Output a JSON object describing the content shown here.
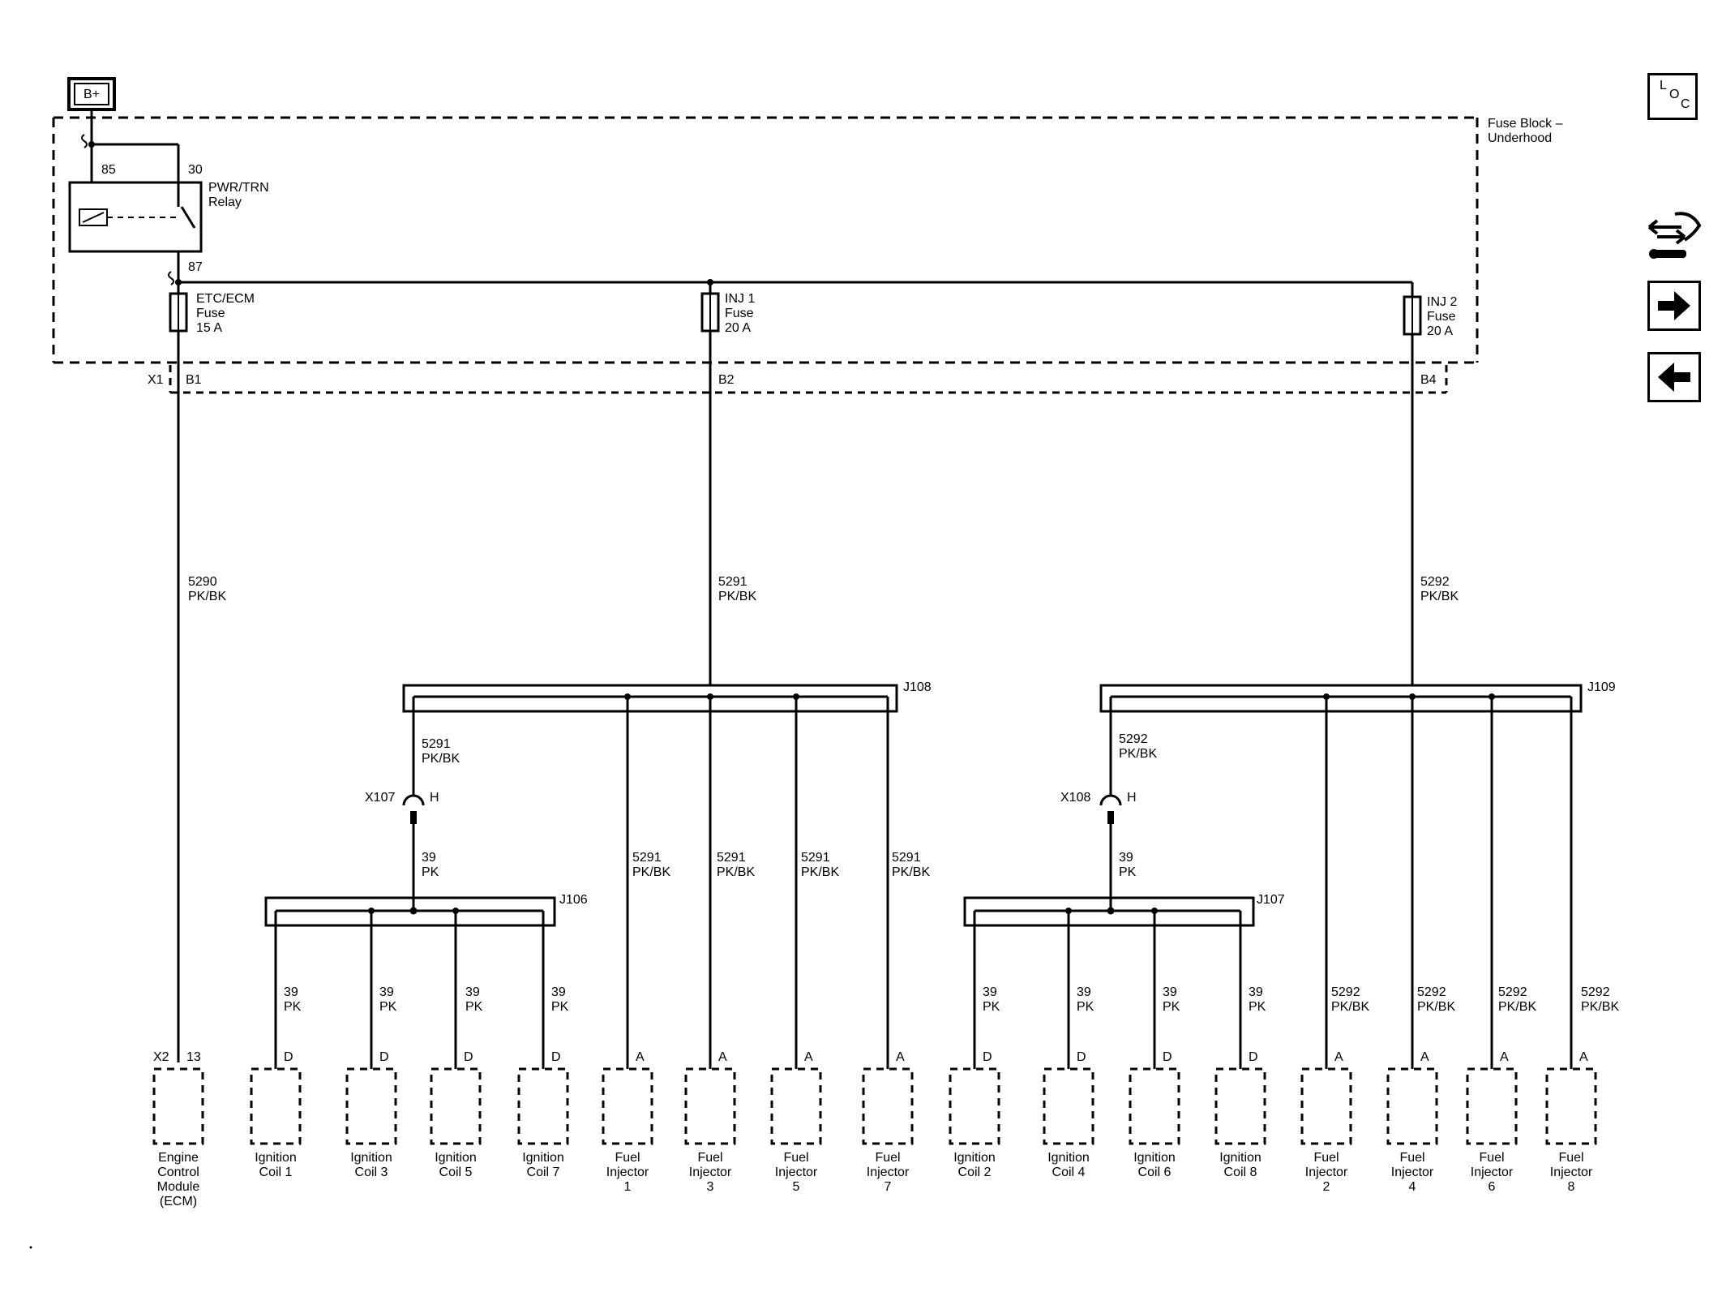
{
  "power": {
    "label": "B+"
  },
  "fuse_block": {
    "line1": "Fuse Block –",
    "line2": "Underhood"
  },
  "relay": {
    "line1": "PWR/TRN",
    "line2": "Relay",
    "pin_85": "85",
    "pin_30": "30",
    "pin_87": "87"
  },
  "fuses": [
    {
      "name": "ETC/ECM",
      "type": "Fuse",
      "rating": "15 A",
      "cavity": "B1"
    },
    {
      "name": "INJ 1",
      "type": "Fuse",
      "rating": "20 A",
      "cavity": "B2"
    },
    {
      "name": "INJ 2",
      "type": "Fuse",
      "rating": "20 A",
      "cavity": "B4"
    }
  ],
  "connector_x1": "X1",
  "circuits": {
    "c5290": {
      "num": "5290",
      "color": "PK/BK"
    },
    "c5291": {
      "num": "5291",
      "color": "PK/BK"
    },
    "c5292": {
      "num": "5292",
      "color": "PK/BK"
    },
    "c39": {
      "num": "39",
      "color": "PK"
    }
  },
  "splices": {
    "j108": "J108",
    "j109": "J109",
    "j106": "J106",
    "j107": "J107"
  },
  "inline": {
    "x107": {
      "name": "X107",
      "pin": "H"
    },
    "x108": {
      "name": "X108",
      "pin": "H"
    }
  },
  "ecm": {
    "connector": "X2",
    "pin": "13",
    "l1": "Engine",
    "l2": "Control",
    "l3": "Module",
    "l4": "(ECM)"
  },
  "components": [
    {
      "pin": "D",
      "l1": "Ignition",
      "l2": "Coil 1",
      "l3": ""
    },
    {
      "pin": "D",
      "l1": "Ignition",
      "l2": "Coil 3",
      "l3": ""
    },
    {
      "pin": "D",
      "l1": "Ignition",
      "l2": "Coil 5",
      "l3": ""
    },
    {
      "pin": "D",
      "l1": "Ignition",
      "l2": "Coil 7",
      "l3": ""
    },
    {
      "pin": "A",
      "l1": "Fuel",
      "l2": "Injector",
      "l3": "1"
    },
    {
      "pin": "A",
      "l1": "Fuel",
      "l2": "Injector",
      "l3": "3"
    },
    {
      "pin": "A",
      "l1": "Fuel",
      "l2": "Injector",
      "l3": "5"
    },
    {
      "pin": "A",
      "l1": "Fuel",
      "l2": "Injector",
      "l3": "7"
    },
    {
      "pin": "D",
      "l1": "Ignition",
      "l2": "Coil 2",
      "l3": ""
    },
    {
      "pin": "D",
      "l1": "Ignition",
      "l2": "Coil 4",
      "l3": ""
    },
    {
      "pin": "D",
      "l1": "Ignition",
      "l2": "Coil 6",
      "l3": ""
    },
    {
      "pin": "D",
      "l1": "Ignition",
      "l2": "Coil 8",
      "l3": ""
    },
    {
      "pin": "A",
      "l1": "Fuel",
      "l2": "Injector",
      "l3": "2"
    },
    {
      "pin": "A",
      "l1": "Fuel",
      "l2": "Injector",
      "l3": "4"
    },
    {
      "pin": "A",
      "l1": "Fuel",
      "l2": "Injector",
      "l3": "6"
    },
    {
      "pin": "A",
      "l1": "Fuel",
      "l2": "Injector",
      "l3": "8"
    }
  ],
  "toolbar": {
    "loc": {
      "l": "L",
      "o": "O",
      "c": "C",
      "icon": "location-view-icon"
    },
    "diag_icon": "connector-tool-icon",
    "next_icon": "arrow-right-icon",
    "prev_icon": "arrow-left-icon"
  }
}
